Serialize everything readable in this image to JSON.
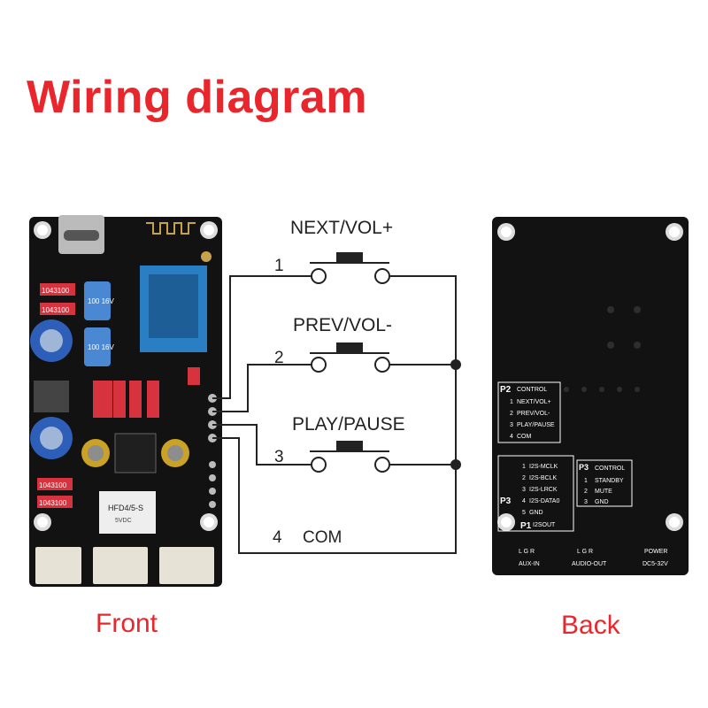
{
  "title": "Wiring diagram",
  "captions": {
    "front": "Front",
    "back": "Back"
  },
  "buttons": [
    {
      "number": "1",
      "label": "NEXT/VOL+"
    },
    {
      "number": "2",
      "label": "PREV/VOL-"
    },
    {
      "number": "3",
      "label": "PLAY/PAUSE"
    }
  ],
  "com": {
    "number": "4",
    "label": "COM"
  },
  "front_board": {
    "resistor_code": "1043100",
    "capacitor_code": "100 16V",
    "relay_label": "HFD4/5-S",
    "relay_sub": "5VDC"
  },
  "back_board": {
    "p2_tag": "P2",
    "p2_header": "CONTROL",
    "p2_rows": [
      {
        "pin": "1",
        "name": "NEXT/VOL+"
      },
      {
        "pin": "2",
        "name": "PREV/VOL-"
      },
      {
        "pin": "3",
        "name": "PLAY/PAUSE"
      },
      {
        "pin": "4",
        "name": "COM"
      }
    ],
    "p1_tag": "P1",
    "p1_footer": "I2SOUT",
    "p1_rows": [
      {
        "pin": "1",
        "name": "I2S-MCLK"
      },
      {
        "pin": "2",
        "name": "I2S-BCLK"
      },
      {
        "pin": "3",
        "name": "I2S-LRCK"
      },
      {
        "pin": "4",
        "name": "I2S-DATA0"
      },
      {
        "pin": "5",
        "name": "GND"
      }
    ],
    "p3_tag": "P3",
    "p3_header": "CONTROL",
    "p3_rows": [
      {
        "pin": "1",
        "name": "STANDBY"
      },
      {
        "pin": "2",
        "name": "MUTE"
      },
      {
        "pin": "3",
        "name": "GND"
      }
    ],
    "bottom_labels": [
      {
        "top": "L  G  R",
        "bottom": "AUX-IN"
      },
      {
        "top": "L  G  R",
        "bottom": "AUDIO-OUT"
      },
      {
        "top": "POWER",
        "bottom": "DC5-32V"
      }
    ]
  },
  "colors": {
    "title": "#e8262b",
    "board": "#121212",
    "wire": "#222222"
  }
}
